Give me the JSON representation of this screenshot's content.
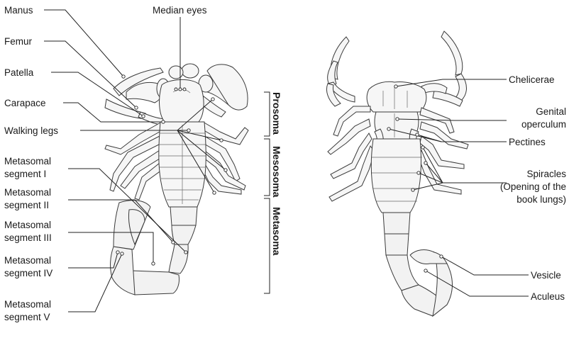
{
  "left_labels": {
    "manus": "Manus",
    "femur": "Femur",
    "patella": "Patella",
    "carapace": "Carapace",
    "walking_legs": "Walking legs",
    "seg1": [
      "Metasomal",
      "segment I"
    ],
    "seg2": [
      "Metasomal",
      "segment II"
    ],
    "seg3": [
      "Metasomal",
      "segment III"
    ],
    "seg4": [
      "Metasomal",
      "segment IV"
    ],
    "seg5": [
      "Metasomal",
      "segment V"
    ]
  },
  "top_labels": {
    "median_eyes": "Median eyes"
  },
  "right_labels": {
    "chelicerae": "Chelicerae",
    "genital_operculum": [
      "Genital",
      "operculum"
    ],
    "pectines": "Pectines",
    "spiracles": [
      "Spiracles",
      "(Opening of the",
      "book lungs)"
    ],
    "vesicle": "Vesicle",
    "aculeus": "Aculeus"
  },
  "body_sections": {
    "prosoma": "Prosoma",
    "mesosoma": "Mesosoma",
    "metasoma": "Metasoma"
  }
}
